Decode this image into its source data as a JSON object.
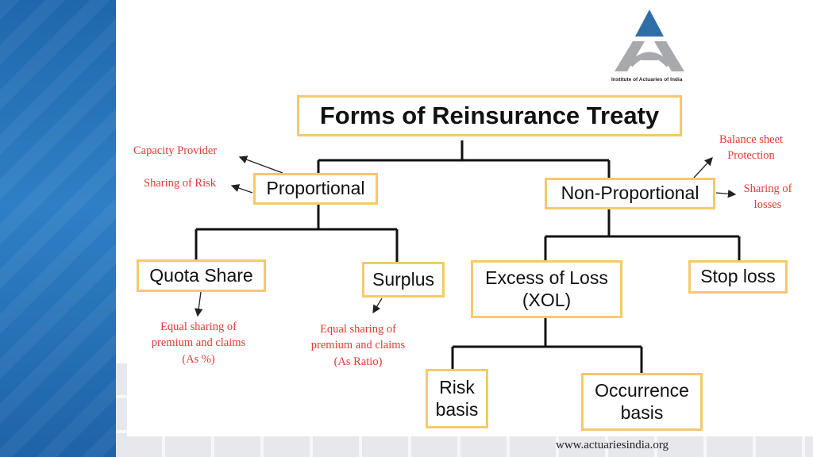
{
  "logo": {
    "caption": "Institute of Actuaries of India"
  },
  "title": "Forms of Reinsurance Treaty",
  "nodes": {
    "proportional": "Proportional",
    "non_proportional": "Non-Proportional",
    "quota_share": "Quota Share",
    "surplus": "Surplus",
    "excess_of_loss": [
      "Excess of Loss",
      "(XOL)"
    ],
    "stop_loss": "Stop loss",
    "risk_basis": [
      "Risk",
      "basis"
    ],
    "occurrence_basis": [
      "Occurrence",
      "basis"
    ]
  },
  "annotations": {
    "capacity_provider": "Capacity Provider",
    "sharing_of_risk": "Sharing of Risk",
    "balance_sheet": [
      "Balance sheet",
      "Protection"
    ],
    "sharing_of_losses": [
      "Sharing of",
      "losses"
    ],
    "quota_note": [
      "Equal sharing of",
      "premium and claims",
      "(As %)"
    ],
    "surplus_note": [
      "Equal sharing of",
      "premium and claims",
      "(As Ratio)"
    ]
  },
  "footer": "www.actuariesindia.org",
  "colors": {
    "box_border": "#f5c96b",
    "annotation": "#e53935",
    "side_band": "#2472b8",
    "logo_blue": "#2f6fa7",
    "logo_grey": "#a7a9ac"
  }
}
